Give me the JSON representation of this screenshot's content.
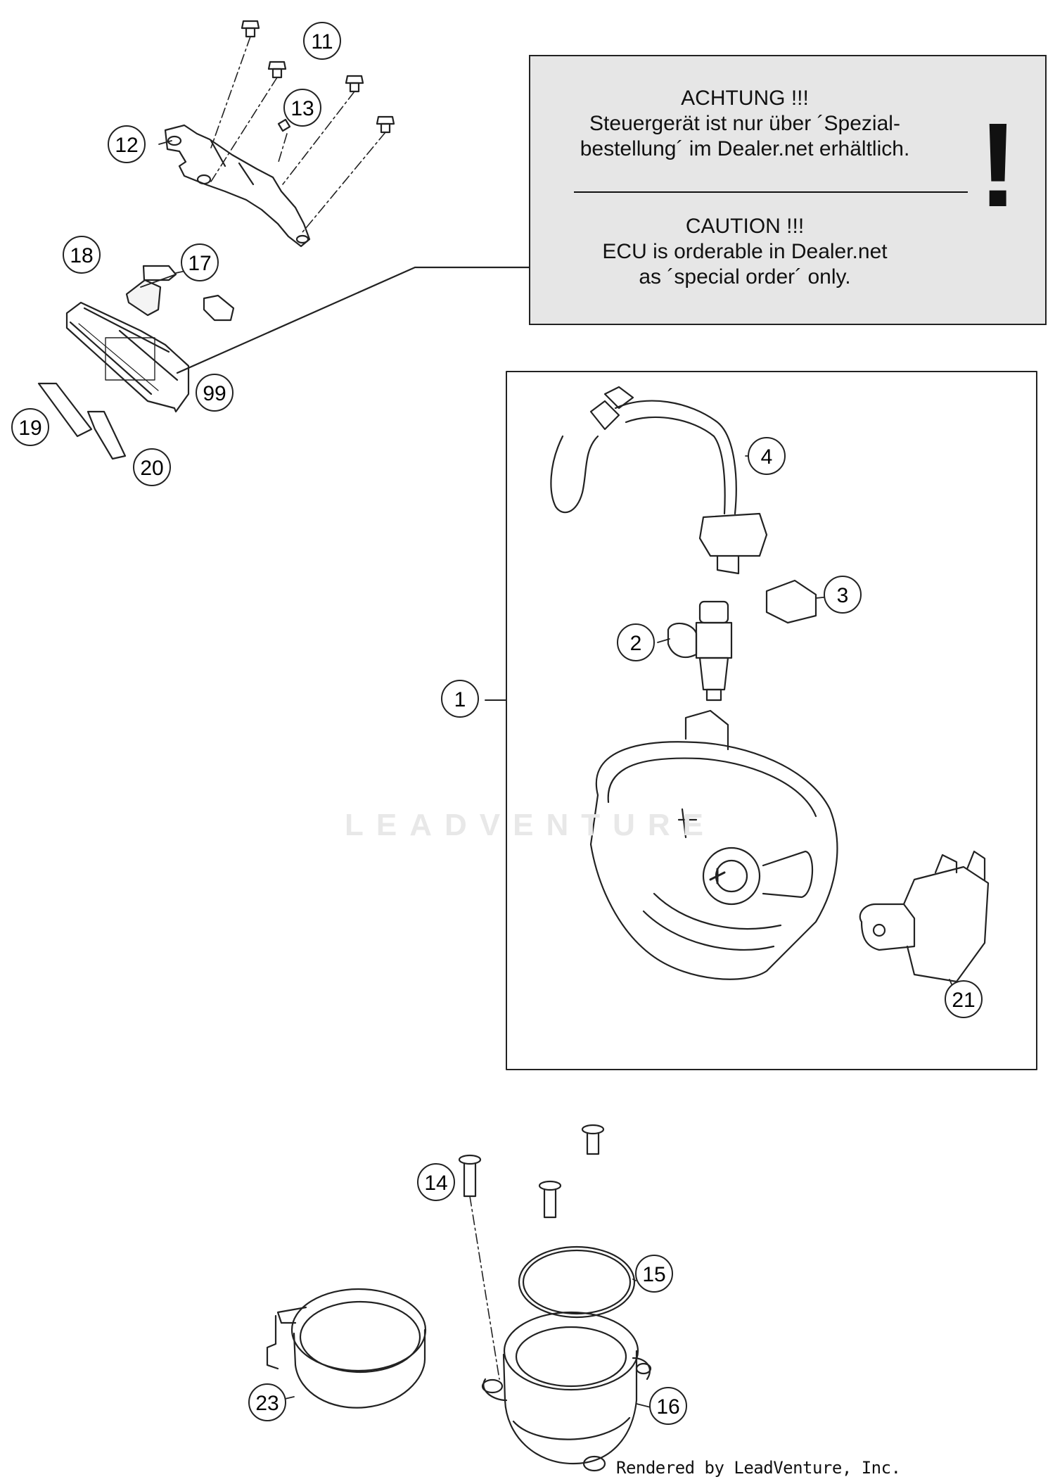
{
  "callouts": [
    {
      "id": "c11",
      "label": "11"
    },
    {
      "id": "c12",
      "label": "12"
    },
    {
      "id": "c13",
      "label": "13"
    },
    {
      "id": "c18",
      "label": "18"
    },
    {
      "id": "c17",
      "label": "17"
    },
    {
      "id": "c99",
      "label": "99"
    },
    {
      "id": "c19",
      "label": "19"
    },
    {
      "id": "c20",
      "label": "20"
    },
    {
      "id": "c4",
      "label": "4"
    },
    {
      "id": "c3",
      "label": "3"
    },
    {
      "id": "c2",
      "label": "2"
    },
    {
      "id": "c1",
      "label": "1"
    },
    {
      "id": "c21",
      "label": "21"
    },
    {
      "id": "c14",
      "label": "14"
    },
    {
      "id": "c15",
      "label": "15"
    },
    {
      "id": "c23",
      "label": "23"
    },
    {
      "id": "c16",
      "label": "16"
    }
  ],
  "notice": {
    "de_line1": "ACHTUNG !!!",
    "de_line2": "Steuergerät ist nur über ´Spezial-",
    "de_line3": "bestellung´ im Dealer.net erhältlich.",
    "en_line1": "CAUTION !!!",
    "en_line2": "ECU is orderable in Dealer.net",
    "en_line3": "as ´special order´ only.",
    "symbol": "!"
  },
  "watermark": "LEADVENTURE",
  "credit": "Rendered by LeadVenture, Inc."
}
